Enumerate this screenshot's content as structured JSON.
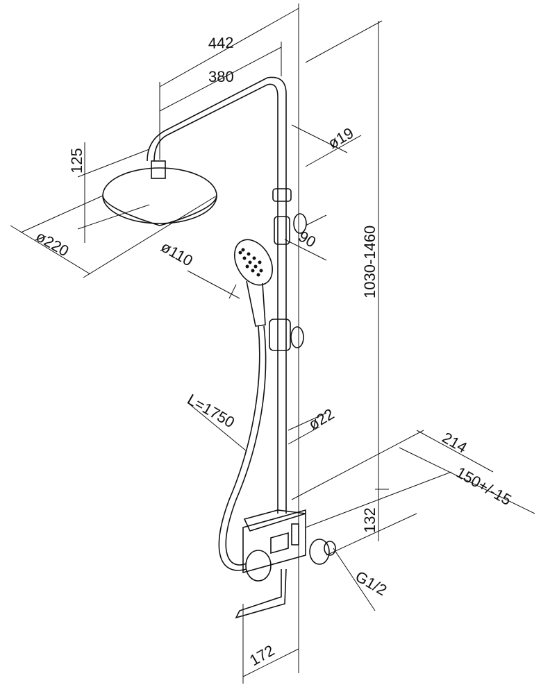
{
  "drawing": {
    "title": "Shower system dimensional drawing",
    "labels": {
      "total_arm_length": "442",
      "arm_length": "380",
      "arm_pipe_diameter": "ø19",
      "head_drop": "125",
      "rain_head_diameter": "ø220",
      "hand_shower_diameter": "ø110",
      "holder_offset": "90",
      "height_range": "1030-1460",
      "hose_length": "L=1750",
      "riser_diameter": "ø22",
      "mixer_depth": "214",
      "connection_spacing": "150+/-15",
      "mixer_height": "132",
      "thread": "G1/2",
      "spout_length": "172"
    }
  }
}
